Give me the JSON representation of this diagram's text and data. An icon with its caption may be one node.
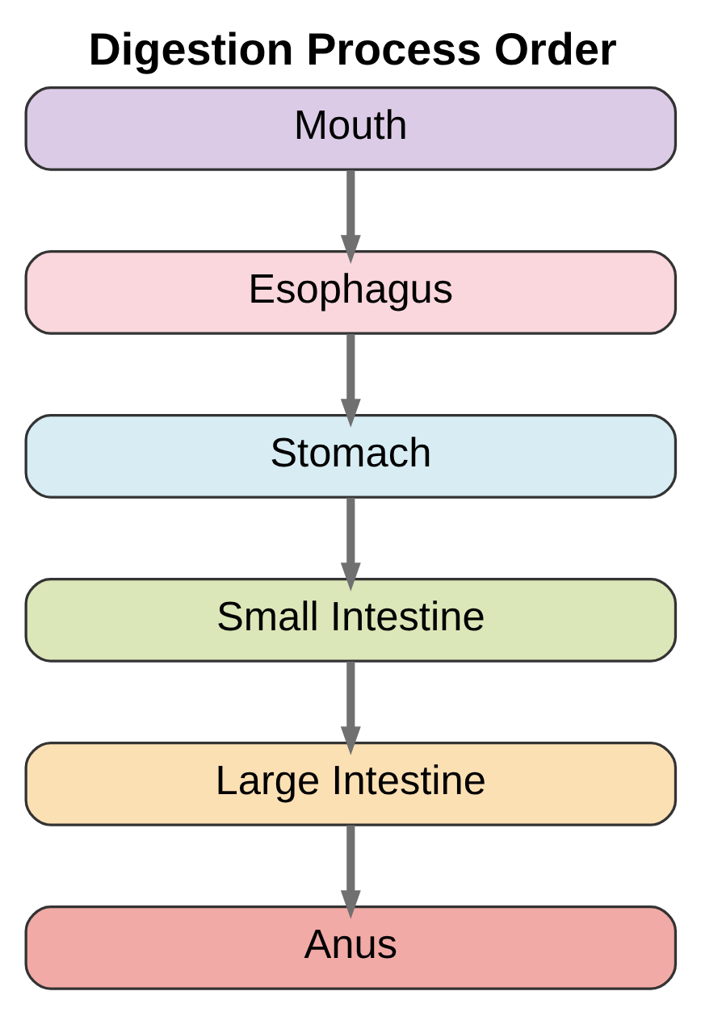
{
  "diagram": {
    "title": "Digestion Process Order",
    "nodes": [
      {
        "text": [
          "Mouth"
        ]
      },
      {
        "text": [
          "Esophagus"
        ]
      },
      {
        "text": [
          "Stomach"
        ]
      },
      {
        "text": [
          "Small Intestine"
        ]
      },
      {
        "text": [
          "Large Intestine"
        ]
      },
      {
        "text": [
          "Anus"
        ]
      }
    ],
    "edges": [
      {
        "from": 0,
        "to": 1,
        "arrow": "to"
      },
      {
        "from": 1,
        "to": 2,
        "arrow": "to"
      },
      {
        "from": 2,
        "to": 3,
        "arrow": "to"
      },
      {
        "from": 3,
        "to": 4,
        "arrow": "to"
      },
      {
        "from": 4,
        "to": 5,
        "arrow": "to"
      }
    ]
  }
}
